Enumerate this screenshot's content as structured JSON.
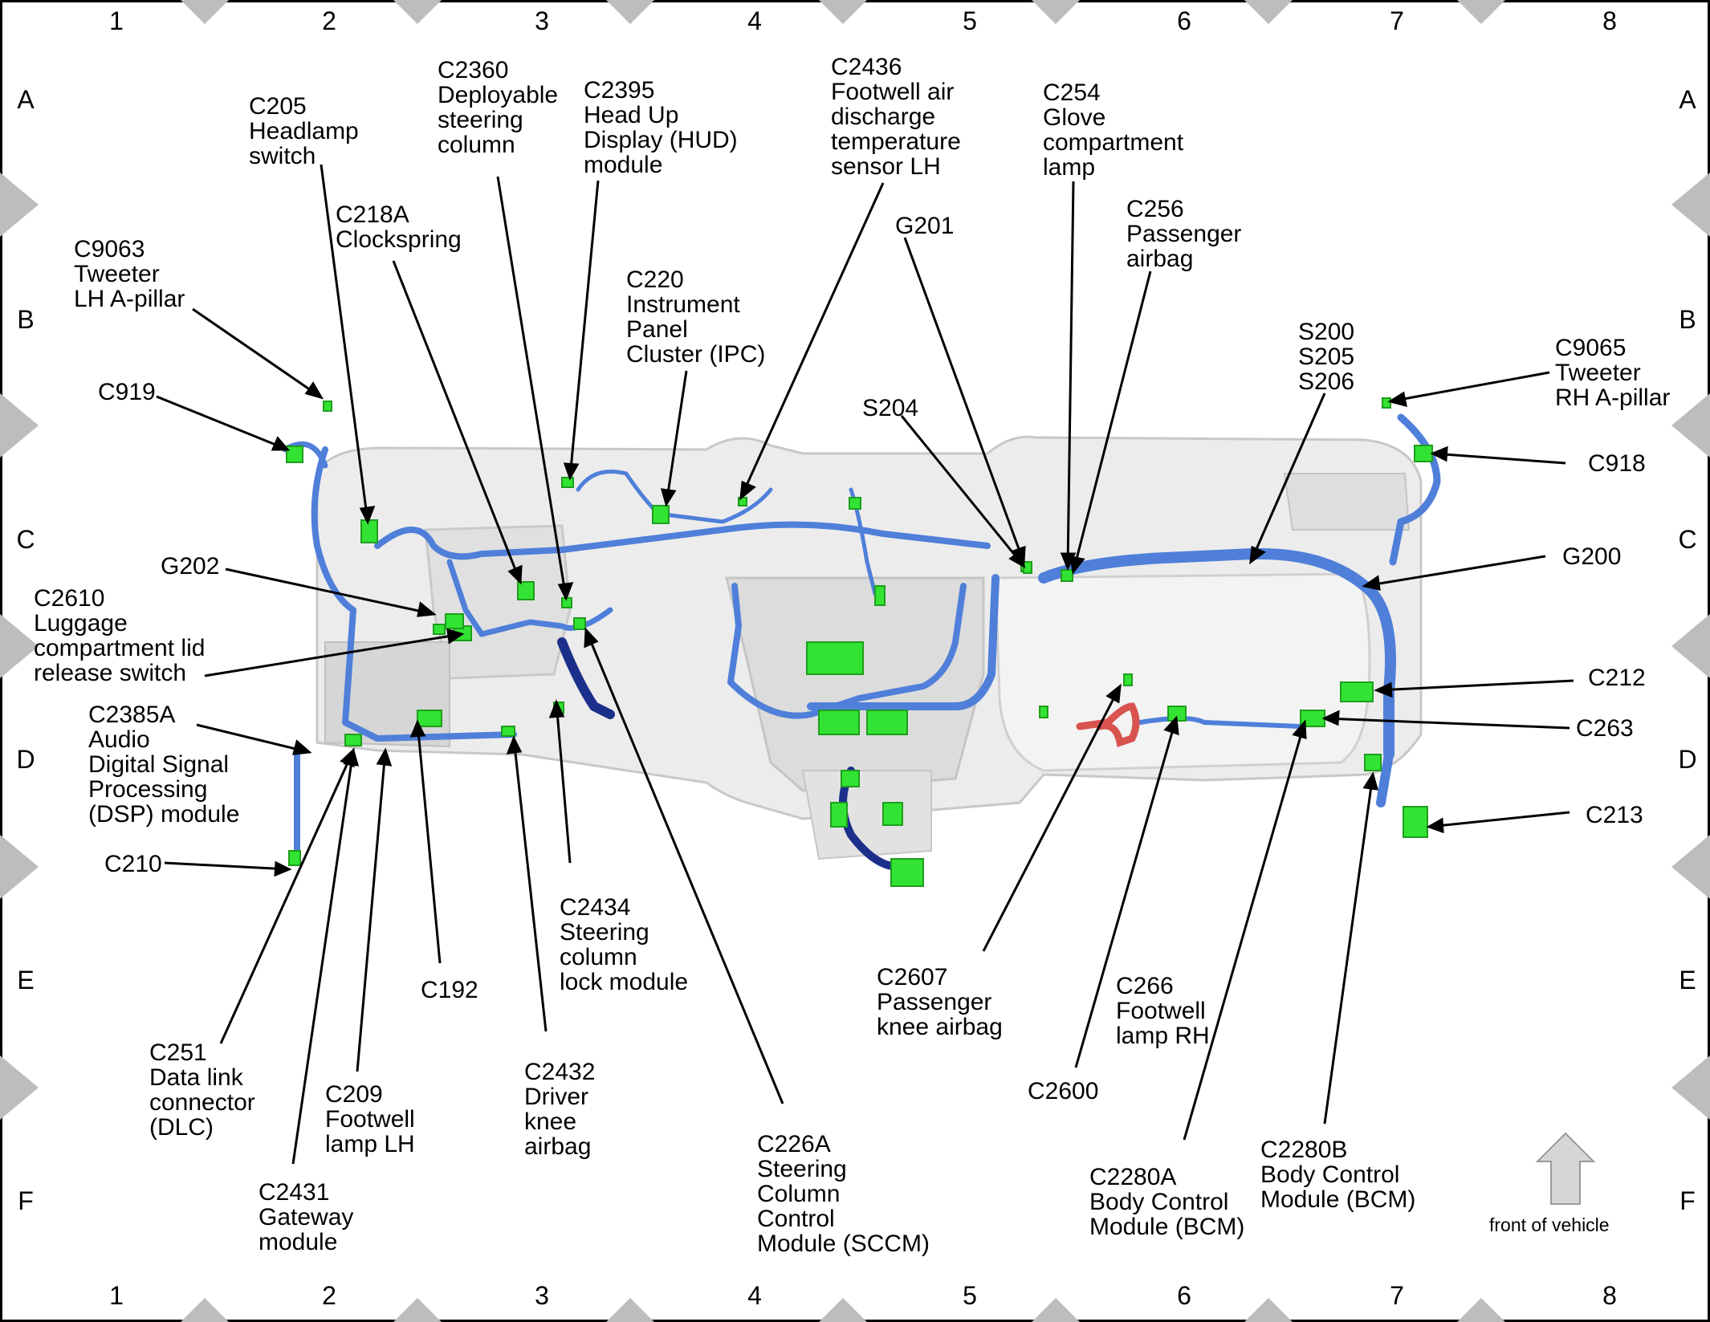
{
  "grid": {
    "columns": [
      "1",
      "2",
      "3",
      "4",
      "5",
      "6",
      "7",
      "8"
    ],
    "rows": [
      "A",
      "B",
      "C",
      "D",
      "E",
      "F"
    ]
  },
  "front_label": "front of vehicle",
  "labels": {
    "c205": "C205\nHeadlamp\nswitch",
    "c2360": "C2360\nDeployable\nsteering\ncolumn",
    "c2395": "C2395\nHead Up\nDisplay (HUD)\nmodule",
    "c2436": "C2436\nFootwell air\ndischarge\ntemperature\nsensor LH",
    "c254": "C254\nGlove\ncompartment\nlamp",
    "c256": "C256\nPassenger\nairbag",
    "g201": "G201",
    "c218a": "C218A\nClockspring",
    "c9063": "C9063\nTweeter\nLH A-pillar",
    "c220": "C220\nInstrument\nPanel\nCluster (IPC)",
    "s200": "S200\nS205\nS206",
    "c9065": "C9065\nTweeter\nRH A-pillar",
    "c919": "C919",
    "s204": "S204",
    "c918": "C918",
    "g202": "G202",
    "c2610": "C2610\nLuggage\ncompartment lid\nrelease switch",
    "g200": "G200",
    "c212": "C212",
    "c2385a": "C2385A\nAudio\nDigital Signal\nProcessing\n(DSP) module",
    "c263": "C263",
    "c213": "C213",
    "c210": "C210",
    "c2434": "C2434\nSteering\ncolumn\nlock module",
    "c192": "C192",
    "c2607": "C2607\nPassenger\nknee airbag",
    "c266": "C266\nFootwell\nlamp RH",
    "c251": "C251\nData link\nconnector\n(DLC)",
    "c2432": "C2432\nDriver\nknee\nairbag",
    "c209": "C209\nFootwell\nlamp LH",
    "c2600": "C2600",
    "c226a": "C226A\nSteering\nColumn\nControl\nModule (SCCM)",
    "c2280a": "C2280A\nBody Control\nModule (BCM)",
    "c2280b": "C2280B\nBody Control\nModule (BCM)",
    "c2431": "C2431\nGateway\nmodule"
  },
  "colors": {
    "harness": "#4f7fd9",
    "harness_dark": "#1c2f8a",
    "connector": "#33e333",
    "highlight_red": "#d9534f",
    "frame_marker": "#bdbdbd",
    "panel": "#e8e8e8"
  }
}
